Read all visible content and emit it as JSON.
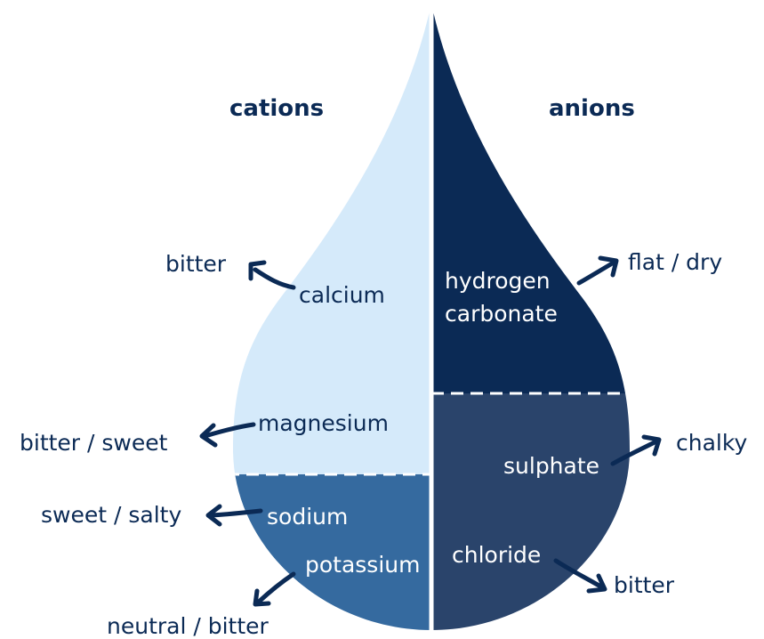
{
  "headers": {
    "cations": "cations",
    "anions": "anions"
  },
  "cations": [
    {
      "name": "calcium",
      "taste": "bitter"
    },
    {
      "name": "magnesium",
      "taste": "bitter / sweet"
    },
    {
      "name": "sodium",
      "taste": "sweet / salty"
    },
    {
      "name": "potassium",
      "taste": "neutral / bitter"
    }
  ],
  "anions": [
    {
      "name_line1": "hydrogen",
      "name_line2": "carbonate",
      "taste": "flat / dry"
    },
    {
      "name": "sulphate",
      "taste": "chalky"
    },
    {
      "name": "chloride",
      "taste": "bitter"
    }
  ],
  "colors": {
    "light_blue": "#d5eafa",
    "mid_blue": "#356a9f",
    "dark_navy": "#0b2a55",
    "slate_navy": "#2a446b",
    "text_navy": "#0b2a55",
    "white": "#ffffff"
  }
}
